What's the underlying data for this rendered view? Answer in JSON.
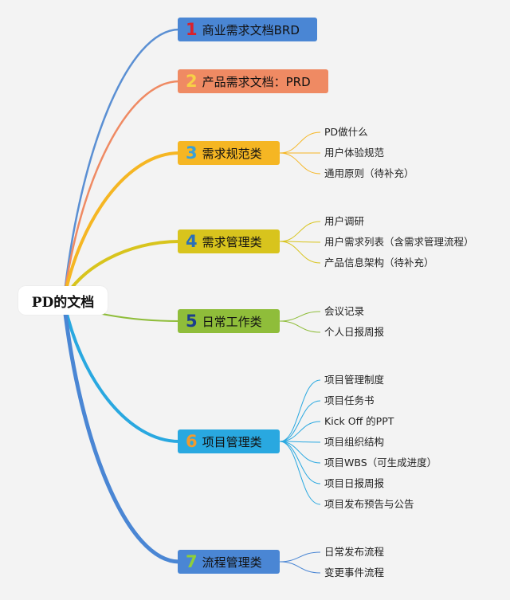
{
  "root": {
    "label": "PD的文档"
  },
  "branches": [
    {
      "num": "1",
      "label": "商业需求文档BRD",
      "bg": "#4a86d4",
      "num_color": "#d9212c",
      "line": "#5a8fd3",
      "children": []
    },
    {
      "num": "2",
      "label": "产品需求文档：PRD",
      "bg": "#ef8a63",
      "num_color": "#f7d046",
      "line": "#ef8a63",
      "children": []
    },
    {
      "num": "3",
      "label": "需求规范类",
      "bg": "#f5b623",
      "num_color": "#3aa0d8",
      "line": "#f5b623",
      "children": [
        "PD做什么",
        "用户体验规范",
        "通用原则（待补充）"
      ]
    },
    {
      "num": "4",
      "label": "需求管理类",
      "bg": "#d8c41d",
      "num_color": "#2a6fb8",
      "line": "#d8c41d",
      "children": [
        "用户调研",
        "用户需求列表（含需求管理流程）",
        "产品信息架构（待补充）"
      ]
    },
    {
      "num": "5",
      "label": "日常工作类",
      "bg": "#8fbd3a",
      "num_color": "#1c3f8c",
      "line": "#8fbd3a",
      "children": [
        "会议记录",
        "个人日报周报"
      ]
    },
    {
      "num": "6",
      "label": "项目管理类",
      "bg": "#29a8e0",
      "num_color": "#f29a2e",
      "line": "#29a8e0",
      "children": [
        "项目管理制度",
        "项目任务书",
        "Kick Off 的PPT",
        "项目组织结构",
        "项目WBS（可生成进度）",
        "项目日报周报",
        "项目发布预告与公告"
      ]
    },
    {
      "num": "7",
      "label": "流程管理类",
      "bg": "#4a86d4",
      "num_color": "#8fcf3a",
      "line": "#4a86d4",
      "children": [
        "日常发布流程",
        "变更事件流程"
      ]
    }
  ]
}
